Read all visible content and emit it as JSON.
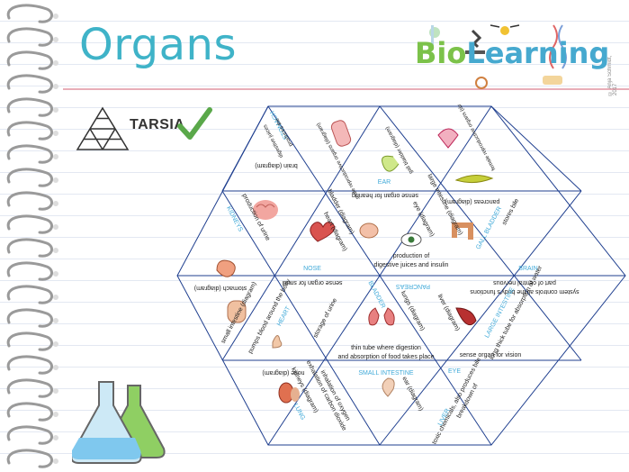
{
  "title": "Organs",
  "activity_label": "TARSIA",
  "logo": {
    "part1": "Bio",
    "part2": "Learning",
    "copyright": "© Anja Schmidt, 2017"
  },
  "pieces": [
    {
      "t": "brain (diagram)"
    },
    {
      "t": "STOMACH"
    },
    {
      "t": "produces the"
    },
    {
      "t": "digestive juices"
    },
    {
      "t": "male reproductive organs (diagram)"
    },
    {
      "t": "EAR"
    },
    {
      "t": "gall bladder (diagram)"
    },
    {
      "t": "sense organ for hearing"
    },
    {
      "t": "female reproductive organs (diagram)"
    },
    {
      "t": "pancreas (diagram)"
    },
    {
      "t": "KIDNEYS"
    },
    {
      "t": "production of urine"
    },
    {
      "t": "heart (diagram)"
    },
    {
      "t": "bladder (diagram)"
    },
    {
      "t": "NOSE"
    },
    {
      "t": "sense organ for smell"
    },
    {
      "t": "eye (diagram)"
    },
    {
      "t": "production of"
    },
    {
      "t": "digestive juices and insulin"
    },
    {
      "t": "PANCREAS"
    },
    {
      "t": "large intestine (diagram)"
    },
    {
      "t": "GALL BLADDER"
    },
    {
      "t": "stores bile"
    },
    {
      "t": "BRAIN"
    },
    {
      "t": "part of central nervous"
    },
    {
      "t": "system controls all the body's functions"
    },
    {
      "t": "stomach (diagram)"
    },
    {
      "t": "small intestine (diagram)"
    },
    {
      "t": "HEART"
    },
    {
      "t": "pumps blood around the body"
    },
    {
      "t": "storage of urine"
    },
    {
      "t": "BLADDER"
    },
    {
      "t": "lungs (diagram)"
    },
    {
      "t": "thin tube where digestion"
    },
    {
      "t": "and absorption of food takes place"
    },
    {
      "t": "liver (diagram)"
    },
    {
      "t": "LARGE INTESTINE"
    },
    {
      "t": "long thick tube for absorption of water"
    },
    {
      "t": "sense organ for vision"
    },
    {
      "t": "nose (diagram)"
    },
    {
      "t": "kidneys (diagram)"
    },
    {
      "t": "LUNG"
    },
    {
      "t": "exhalation of carbon dioxide"
    },
    {
      "t": "inhalation of oxygen"
    },
    {
      "t": "SMALL INTESTINE"
    },
    {
      "t": "ear (diagram)"
    },
    {
      "t": "EYE"
    },
    {
      "t": "breakdown of"
    },
    {
      "t": "toxic chemicals, also produces bile"
    },
    {
      "t": "LIVER"
    }
  ],
  "colors": {
    "accent": "#3fb3c8",
    "rule": "#e8aeb8",
    "line": "#1f3f8f",
    "label": "#3fa9d8",
    "check": "#5aa84a"
  }
}
